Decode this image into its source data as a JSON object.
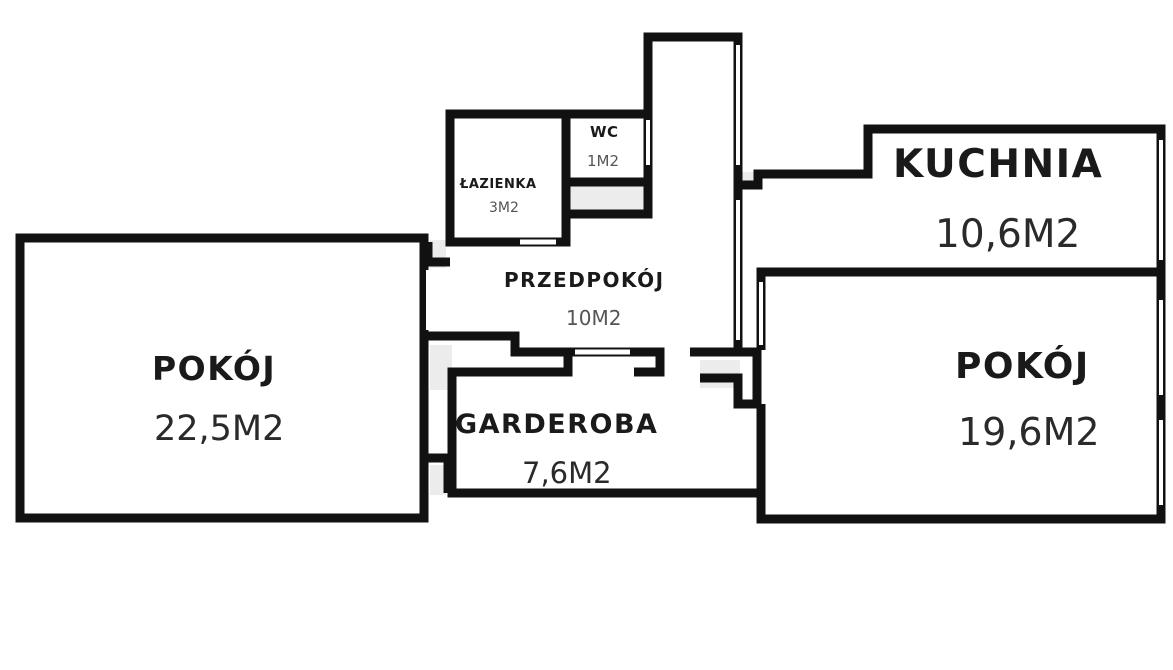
{
  "rooms": {
    "pokoj_left": {
      "name": "POKÓJ",
      "area": "22,5M2"
    },
    "lazienka": {
      "name": "ŁAZIENKA",
      "area": "3M2"
    },
    "wc": {
      "name": "WC",
      "area": "1M2"
    },
    "przedpokoj": {
      "name": "PRZEDPOKÓJ",
      "area": "10M2"
    },
    "garderoba": {
      "name": "GARDEROBA",
      "area": "7,6M2"
    },
    "kuchnia": {
      "name": "KUCHNIA",
      "area": "10,6M2"
    },
    "pokoj_right": {
      "name": "POKÓJ",
      "area": "19,6M2"
    }
  },
  "colors": {
    "wall": "#111111",
    "background": "#ffffff"
  }
}
